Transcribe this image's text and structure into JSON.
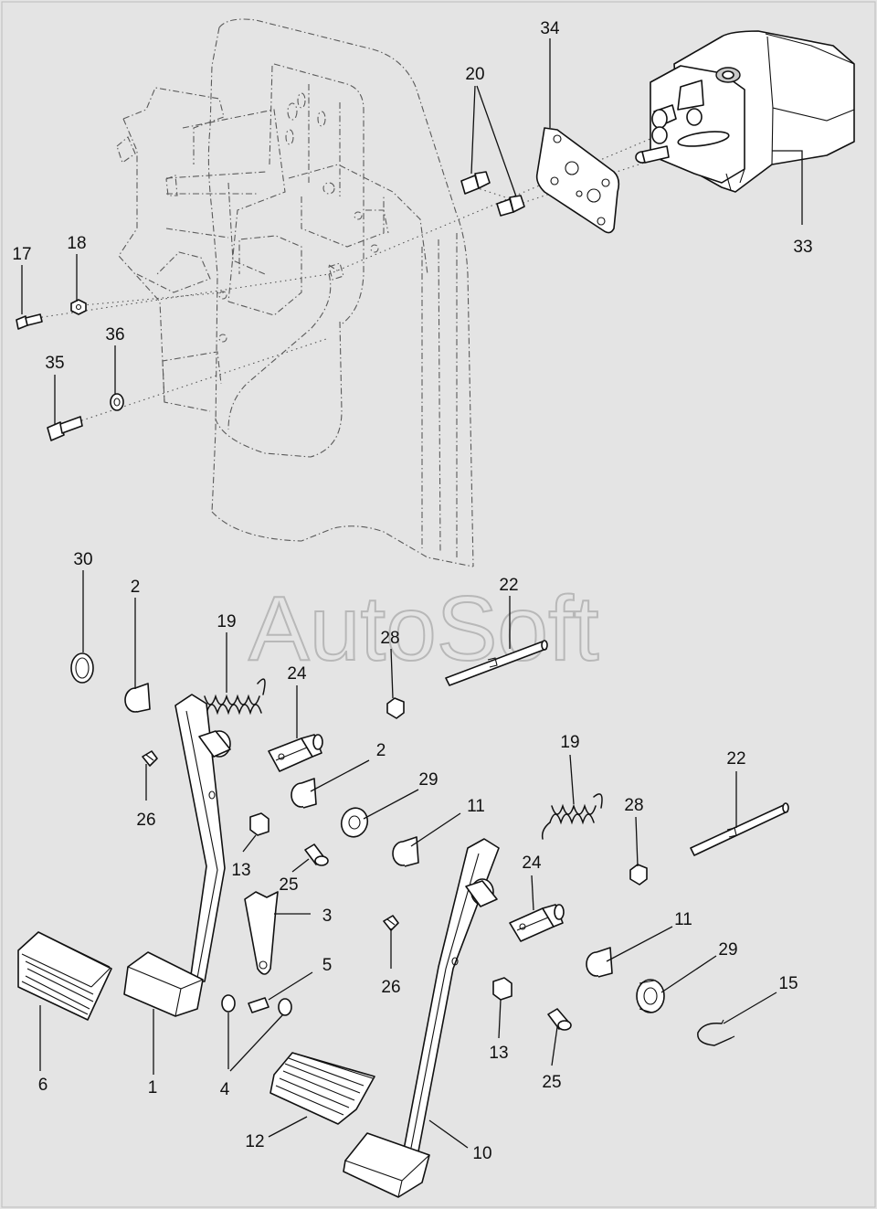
{
  "watermark": "AutoSoft",
  "labels": {
    "l1": "1",
    "l2a": "2",
    "l2b": "2",
    "l3": "3",
    "l4": "4",
    "l5": "5",
    "l6": "6",
    "l10": "10",
    "l11a": "11",
    "l11b": "11",
    "l12": "12",
    "l13a": "13",
    "l13b": "13",
    "l15": "15",
    "l17": "17",
    "l18": "18",
    "l19a": "19",
    "l19b": "19",
    "l20": "20",
    "l22a": "22",
    "l22b": "22",
    "l24a": "24",
    "l24b": "24",
    "l25a": "25",
    "l25b": "25",
    "l26a": "26",
    "l26b": "26",
    "l28a": "28",
    "l28b": "28",
    "l29a": "29",
    "l29b": "29",
    "l30": "30",
    "l33": "33",
    "l34": "34",
    "l35": "35",
    "l36": "36"
  },
  "colors": {
    "background": "#e4e4e4",
    "ink": "#111111",
    "watermark": "#b8b8b8"
  }
}
